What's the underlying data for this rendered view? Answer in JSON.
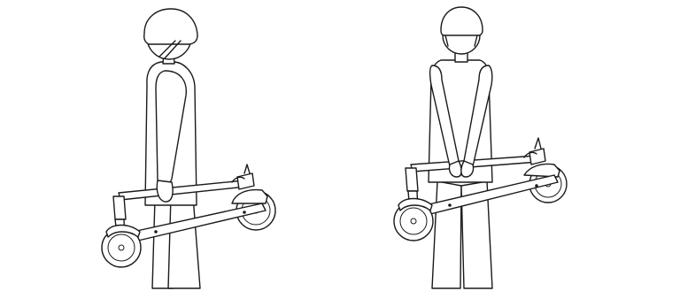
{
  "figure": {
    "panels": [
      {
        "view": "side",
        "subject": "person-carrying-folded-scooter"
      },
      {
        "view": "front",
        "subject": "person-carrying-folded-scooter"
      }
    ],
    "line_color": "#1a1a1a",
    "background": "#ffffff"
  }
}
